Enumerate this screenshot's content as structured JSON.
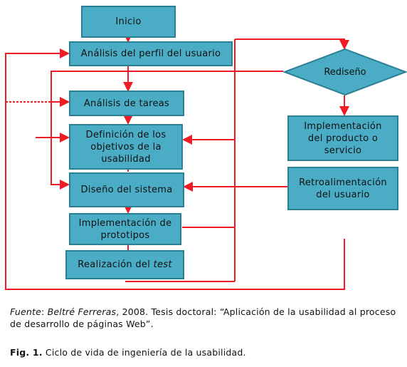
{
  "diagram": {
    "boxes": {
      "inicio": "Inicio",
      "analisis_perfil": "Análisis del perfil del usuario",
      "analisis_tareas": "Análisis de tareas",
      "definicion_objetivos": "Definición de los\nobjetivos de la\nusabilidad",
      "diseno_sistema": "Diseño del sistema",
      "implementacion_prototipos": "Implementación de\nprototipos",
      "realizacion_test_prefix": "Realización del ",
      "realizacion_test_italic": "test",
      "rediseno": "Rediseño",
      "implementacion_producto": "Implementación\ndel producto o\nservicio",
      "retroalimentacion": "Retroalimentación\ndel usuario"
    },
    "colors": {
      "box_fill": "#4bacc6",
      "box_border": "#2b7f93",
      "arrow": "#ee1c24"
    }
  },
  "caption": {
    "source_label": "Fuente",
    "source_sep": ": ",
    "source_author": "Beltré Ferreras",
    "source_text": ", 2008. Tesis doctoral: “Aplicación de la usabilidad al proceso de desarrollo de páginas Web”.",
    "figure_label": "Fig. 1.",
    "figure_text": " Ciclo de vida de ingeniería de la usabilidad."
  }
}
